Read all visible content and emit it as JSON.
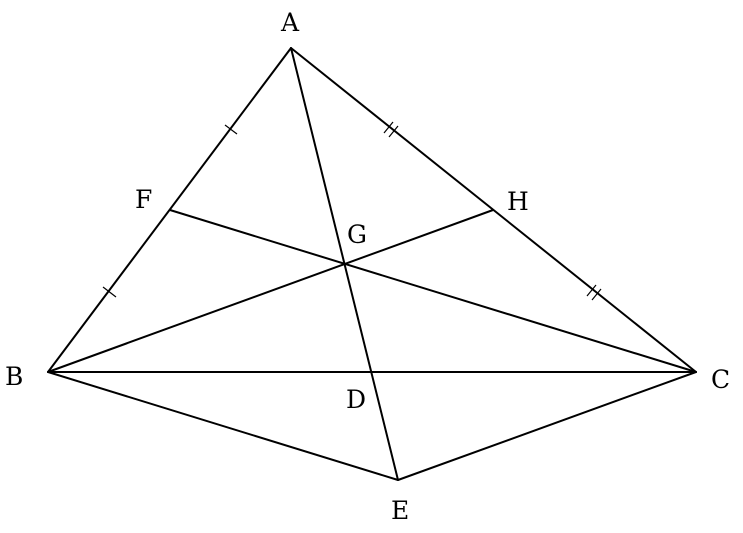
{
  "diagram": {
    "labels": {
      "A": "A",
      "B": "B",
      "C": "C",
      "D": "D",
      "E": "E",
      "F": "F",
      "G": "G",
      "H": "H"
    },
    "line_color": "#000000",
    "background": "#ffffff"
  }
}
